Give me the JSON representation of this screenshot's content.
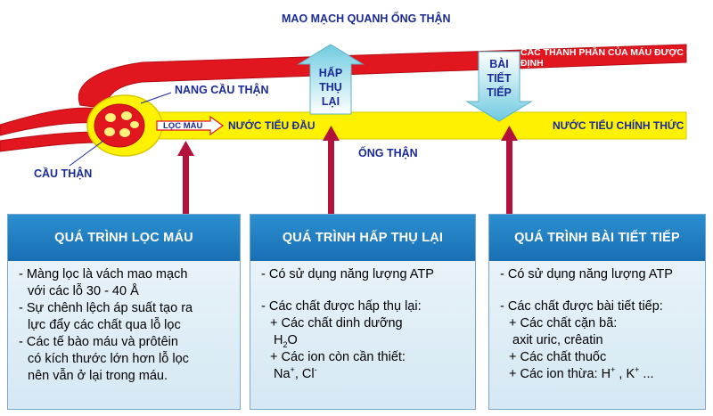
{
  "labels": {
    "capillary": "MAO MẠCH QUANH ỐNG THẬN",
    "stable_blood": "CÁC THÀNH PHẦN CỦA MÁU ĐƯỢC ỔN ĐỊNH",
    "capsule": "NANG CẦU THẬN",
    "filtration": "LỌC MÁU",
    "primary_urine": "NƯỚC TIỂU ĐẦU",
    "tubule": "ỐNG THẬN",
    "final_urine": "NƯỚC TIỂU CHÍNH THỨC",
    "glomerulus": "CẦU THẬN",
    "reabsorb_lines": [
      "HẤP",
      "THỤ",
      "LẠI"
    ],
    "secrete_lines": [
      "BÀI",
      "TIẾT",
      "TIẾP"
    ]
  },
  "boxes": [
    {
      "title": "QUÁ TRÌNH LỌC MÁU",
      "lines": [
        "- Màng lọc là vách mao mạch",
        "với các lỗ 30 - 40 Å",
        "- Sự chênh lệch áp suất tạo ra",
        "lực đẩy các chất qua lỗ lọc",
        "- Các tế bào máu và prôtêin",
        "có kích thước lớn hơn lỗ lọc",
        "nên vẫn ở lại trong máu."
      ]
    },
    {
      "title": "QUÁ TRÌNH HẤP THỤ LẠI",
      "line1": "- Có sử dụng năng lượng ATP",
      "line2": "- Các chất được hấp thụ lại:",
      "line3": "+ Các chất dinh dưỡng",
      "h2o": {
        "main": "H",
        "sub": "2",
        "tail": "O"
      },
      "line5": "+ Các ion còn cần thiết:",
      "ions": {
        "na": "Na",
        "na_sup": "+",
        "sep": ", Cl",
        "cl_sup": "-"
      }
    },
    {
      "title": "QUÁ TRÌNH BÀI TIẾT TIẾP",
      "line1": "- Có sử dụng năng lượng ATP",
      "line2": "- Các chất được bài tiết tiếp:",
      "line3": "+ Các chất cặn bã:",
      "line4": "axit uric, crêatin",
      "line5": "+ Các chất thuốc",
      "ions": {
        "pre": "+ Các ion thừa: H",
        "h_sup": "+",
        "mid": " , K",
        "k_sup": "+",
        "tail": " ..."
      }
    }
  ]
}
